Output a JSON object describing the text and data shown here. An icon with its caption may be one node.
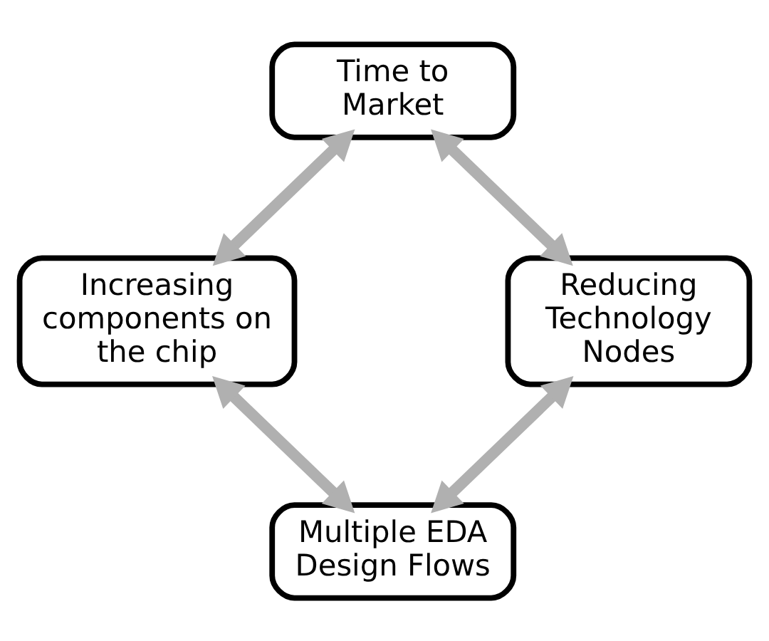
{
  "diagram": {
    "nodes": [
      {
        "text": [
          "Time to Market"
        ]
      },
      {
        "text": [
          "Increasing components on the chip"
        ]
      },
      {
        "text": [
          "Reducing Technology Nodes"
        ]
      },
      {
        "text": [
          "Multiple EDA Design Flows"
        ]
      }
    ],
    "edges": [
      {
        "from": 0,
        "to": 1,
        "arrow": "both"
      },
      {
        "from": 0,
        "to": 2,
        "arrow": "both"
      },
      {
        "from": 1,
        "to": 3,
        "arrow": "both"
      },
      {
        "from": 2,
        "to": 3,
        "arrow": "both"
      }
    ]
  }
}
